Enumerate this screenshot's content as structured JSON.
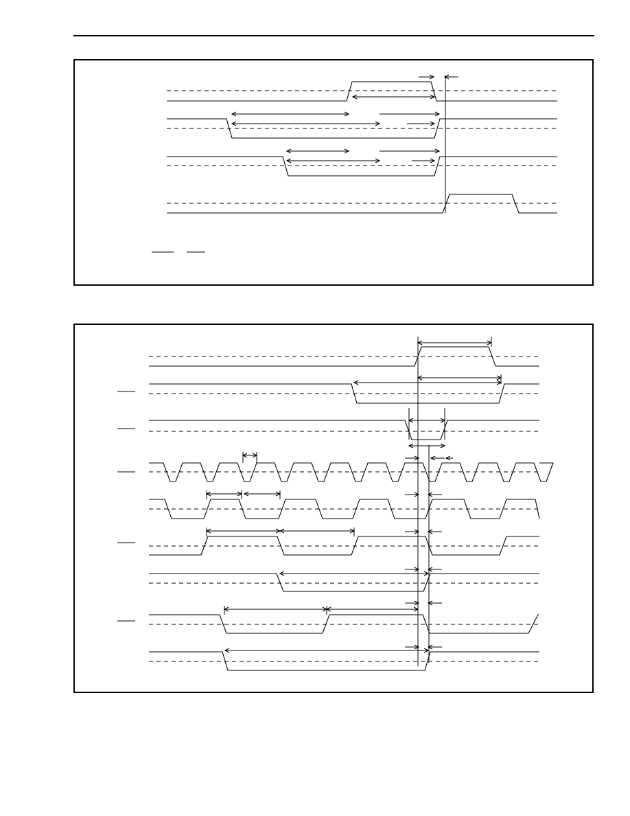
{
  "page": {
    "header_rule": true
  },
  "colors": {
    "ink": "#000000",
    "paper": "#ffffff"
  },
  "figures": [
    {
      "name": "upper-timing-diagram",
      "signals": 4,
      "overbar_labels": 2
    },
    {
      "name": "lower-timing-diagram",
      "signals": 9,
      "overbar_labels": 4
    }
  ]
}
